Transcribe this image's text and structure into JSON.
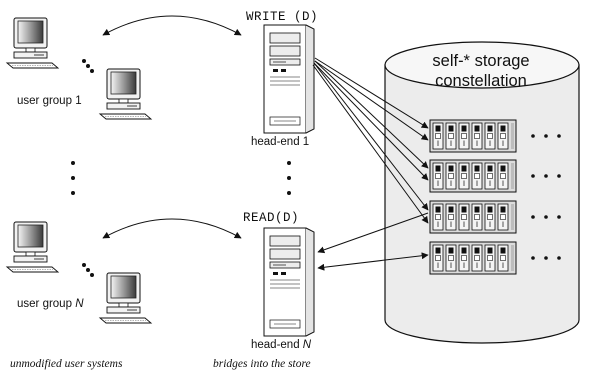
{
  "diagram": {
    "user_groups": [
      {
        "label_prefix": "user group ",
        "label_var": "1"
      },
      {
        "label_prefix": "user group ",
        "label_var": "N"
      }
    ],
    "head_ends": [
      {
        "op_label": "WRITE (D)",
        "label_prefix": "head-end ",
        "label_var": "1"
      },
      {
        "op_label": "READ(D)",
        "label_prefix": "head-end ",
        "label_var": "N"
      }
    ],
    "store": {
      "title_line1": "self-* storage",
      "title_line2": "constellation"
    },
    "captions": {
      "left": "unmodified user systems",
      "middle": "bridges into the store"
    },
    "colors": {
      "stroke": "#111111",
      "cylinder_fill": "#ececec",
      "disk_fill": "#dcdcdc"
    }
  }
}
